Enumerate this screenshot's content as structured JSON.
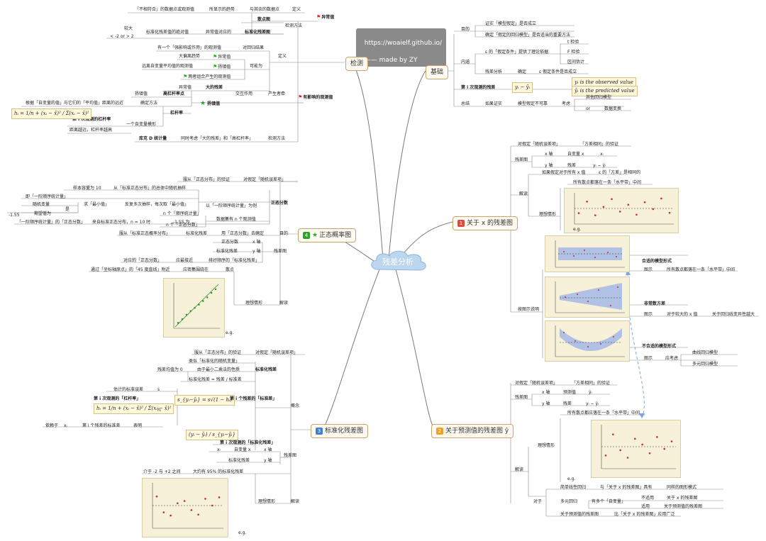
{
  "center": {
    "label": "残差分析"
  },
  "banner": {
    "line1": "https://woaielf.github.io/",
    "line2": "—— made by ZY"
  },
  "branches": {
    "jianyan": "检测",
    "jichu": "基础",
    "x_resid": "关于 x 的残差图",
    "yhat_resid": "关于预测值的残差图 ŷ",
    "normal": "正态概率图",
    "std_resid": "标准化残差图"
  },
  "badges": {
    "x_resid": "1",
    "yhat_resid": "2",
    "std_resid": "3",
    "normal": "4"
  },
  "colors": {
    "wire": "#7a7a7a",
    "badge_red": "#e04a3a",
    "badge_orange": "#f0a020",
    "badge_blue": "#3c7fd0",
    "badge_green": "#2aa52a",
    "dashed": "#7aa7d8"
  },
  "jianyan": {
    "yichangzhi": "异常值",
    "jiance": "检测方法",
    "shuju": "散点图",
    "std_chart": "标准化残差图",
    "buxiangfu": "「不相符合」的数据点或观测值",
    "suoxian": "所显示的趋势",
    "yuqi": "与其余的数据点",
    "dingyi": "定义",
    "jiaoda": "较大",
    "range": "< -2 or > 2",
    "abs_val": "标准化残差值的绝对值",
    "yichang_dui": "异常值对应的",
    "youyingxiang": "有影响的观测值",
    "you_yige": "有一个「强影响或作用」的观测值",
    "duihuigui": "对回归结果",
    "dingyi2": "定义",
    "daqushi": "大偏离趋势",
    "yichang2": "异常值",
    "yuanli": "远离自变量平均值的观测值",
    "gangjian": "扬镇值",
    "kenengwei": "可能为",
    "liangzhe": "两者组合产生的观测值",
    "yichang3": "异常值",
    "daitongdu": "大的残差",
    "ganggan_zhi": "扬镇值",
    "gaoganggan": "高杠杆率点",
    "jiaohu": "交互作用",
    "chansheng": "产生者牵",
    "genju": "根据「自变量的值」与它们的「平均值」距离的远近",
    "queding": "确定方法",
    "ganggan": "杠杆率",
    "i_ganggan": "第 i 次观测的杠杆率",
    "yige_zibian": "一个自变量模形",
    "juli": "距离越远，杠杆率越高",
    "cook": "库克 D 统计量",
    "tongshi": "同时考虑「大的残差」和「高杠杆率」",
    "jiance2": "检测方法"
  },
  "jichu": {
    "mudi": "目的",
    "m1": "证实「模型假定」是否成立",
    "m2": "确定「假定的回归模型」是否适当的重要方法",
    "neihan": "内涵",
    "e_jiading": "ε 的「假定条件」提供了理论依据",
    "t": "t 检验",
    "F": "F 检验",
    "qujian": "区间估计",
    "canchafenxi": "残差分析",
    "queding": "确定",
    "e_cheng": "ε 假定条件是否成立",
    "di_i": "第 i 次观测的残差",
    "f_resid": "yᵢ − ŷᵢ",
    "obs": "yᵢ is the observed value",
    "pred": "ŷᵢ is the predicted value",
    "zongjie": "总结",
    "ruguo": "如果证实",
    "bu_keyi": "模型假定不可靠",
    "kaolv": "考虑",
    "qita": "其他回归模型",
    "or": "or",
    "shuju_bianhuan": "数据变换"
  },
  "x_resid": {
    "dui_jiading": "对假定「随机误差项」",
    "fangcha": "「方差相同」的验证",
    "canchatu": "残差图",
    "x_axis": "x 轴",
    "zibian_x": "自变量 x",
    "xi": "xᵢ",
    "y_axis": "y 轴",
    "cancha": "残差",
    "yi": "yᵢ − ŷᵢ",
    "ruguo": "如果假定对于所有 x 值",
    "e_fangcha": "ε 的「方差」是相同的",
    "suoyou": "所有散点都落在一条「水平带」中间",
    "jiedu": "解读",
    "lixiang": "理想情形",
    "eg": "e.g.",
    "heshi": "合适的模型形式",
    "tushi": "图示",
    "suoyou2": "所有散点都落在一条「水平带」中间",
    "anpian": "按图示说明",
    "fei_fangcha": "非常数方差",
    "tushi2": "图示",
    "duiyu": "对于较大的 x 值",
    "guanyu": "关于回归线变异性越大",
    "bu_heshi": "不合适的模型形式",
    "tushi3": "图示",
    "yingkaolv": "应考虑",
    "quxian": "曲线回归模型",
    "duoyuan": "多元回归模型"
  },
  "yhat_resid": {
    "dui_jiading": "对假定「随机误差项」",
    "fangcha": "「方差相同」的验证",
    "canchatu": "残差图",
    "x_axis": "x 轴",
    "yuceshi": "预测值",
    "yhat": "ŷᵢ",
    "y_axis": "y 轴",
    "cancha": "残差",
    "yi": "yᵢ − ŷᵢ",
    "suoyou": "所有散点都应落在一条「水平带」中间",
    "lixiang": "理想情形",
    "eg": "e.g.",
    "jiedu": "解读",
    "jiandan": "简单线性回归",
    "yu_guanyu": "与「关于 x 的残差图」具有",
    "tongyang": "同样的图形模式",
    "duiyu": "对于",
    "duoyuan": "多元回归",
    "you_duo": "有多个「自变量」",
    "bu_shiyong": "不适用",
    "guanyu_x": "关于 x 的残差图",
    "shiyong": "适用",
    "guanyu_yuce": "关于预测值的残差图",
    "guanyu_yuce2": "关于预测值的残差图",
    "bi": "比「关于 x 的残差图」应用广泛"
  },
  "normal": {
    "fucong": "服从「正态分布」的验证",
    "dui_jiading": "对假定「随机误差项」",
    "yangben": "样本容量为 10",
    "cong": "从「标准正态分布」的总体中随机抽样",
    "ji_yijie": "即「一阶顺序统计量」",
    "qu_zuixiao": "求「最小值」",
    "fanfu": "反复多次抽样，每次取「最小值」",
    "suiji": "随机变量",
    "shi": "是",
    "yi_yijie": "以「一阶顺序统计量」为例",
    "zhengtai_fenshu": "正态分数",
    "n155": "-1.55",
    "qiwang": "期望值为",
    "yijie_zhengtai": "「一阶顺序统计量」的「正态分数」",
    "laizi": "来自标准正态分布，n = 10 时",
    "n155b": "-1.55 为",
    "n_shunxu": "n 个「顺序统计量」",
    "shuju_ji": "数据集有 n 个观测值",
    "n_zhengtai": "n 个「正态分数」",
    "fucong_biao": "服从「标准正态概率分布」",
    "biaozhun_cancha": "标准化残差",
    "yong": "用「正态分数」去确定",
    "mudi": "目的",
    "zhengtai_fenshu2": "正态分数",
    "x_axis": "x 轴",
    "biaozhun_cancha2": "标准化残差",
    "y_axis": "y 轴",
    "duiying_zhengtai": "对应的「正态分数」",
    "yinggai": "应最接近",
    "paixu": "排好顺序的「标准化残差」",
    "canchatu": "残差图",
    "tongguo": "通过「坐标轴原点」的「45 度直线」附近",
    "yingdang": "应密集围绕在",
    "sandian": "散点",
    "lixiang": "理想情形",
    "jiedu": "解读",
    "eg": "e.g."
  },
  "std_resid": {
    "fucong": "服从「正态分布」的验证",
    "dui_jiading": "对假定「随机误差项」",
    "lei": "类似「标准化的随机变量」",
    "canchajunzhi": "残差均值为 0",
    "youyu": "由于最小二乘法的性质",
    "biaozhunhua": "标准化残差",
    "deng": "标准化残差 = 残差 / 标准差",
    "guji": "估计的标准误差",
    "s": "s",
    "i_ganggan": "第 i 次观测的「杠杆率」",
    "f_sy": "s_{yᵢ−ŷᵢ} = s√(1 − hᵢ)",
    "di_i_biao": "第 i 个残差的「标准差」",
    "hi": "hᵢ",
    "yilai": "依赖于",
    "xi_sym": "xᵢ",
    "di_i_cancha": "第 i 个残差的标准差",
    "biaoming": "表明",
    "f_ratio": "(yᵢ − ŷᵢ) / s_{yᵢ−ŷᵢ}",
    "di_i_biaozhun": "第 i 次观测的「标准化残差」",
    "gainian": "概念",
    "xi": "xᵢ",
    "zibian": "自变量 x",
    "x_axis": "x 轴",
    "biaozhun_cancha": "标准化残差",
    "y_axis": "y 轴",
    "canchatu": "残差图",
    "jieyu": "介于 -2 与 +2 之间",
    "dayue": "大约有 95% 的标准化残差",
    "lixiang": "理想情形",
    "jiedu": "解读",
    "eg": "e.g."
  },
  "formulas": {
    "hi_formula": "hᵢ = 1/n + (xᵢ − x̄)² / Σ(xᵢ − x̄)²",
    "hi_formula2": "hᵢ = 1/n + (xᵢ − x̄)² / Σ(xᵢ − x̄)²"
  },
  "scatter": {
    "x_ideal": {
      "ys": [
        0.35,
        0.72,
        0.28,
        0.55,
        0.8,
        0.4,
        0.62,
        0.3,
        0.7,
        0.48,
        0.82,
        0.36
      ]
    },
    "yhat_ideal": {
      "ys": [
        0.3,
        0.78,
        0.42,
        0.25,
        0.68,
        0.55,
        0.35,
        0.72,
        0.45,
        0.62
      ]
    },
    "std_ideal": {
      "ys": [
        0.7,
        0.35,
        0.28,
        0.55,
        0.6,
        0.4,
        0.3,
        0.65,
        0.5,
        0.68
      ]
    },
    "normal_ideal": {
      "ys": [
        0.12,
        0.2,
        0.3,
        0.38,
        0.45,
        0.52,
        0.6,
        0.68,
        0.78,
        0.86
      ]
    }
  }
}
